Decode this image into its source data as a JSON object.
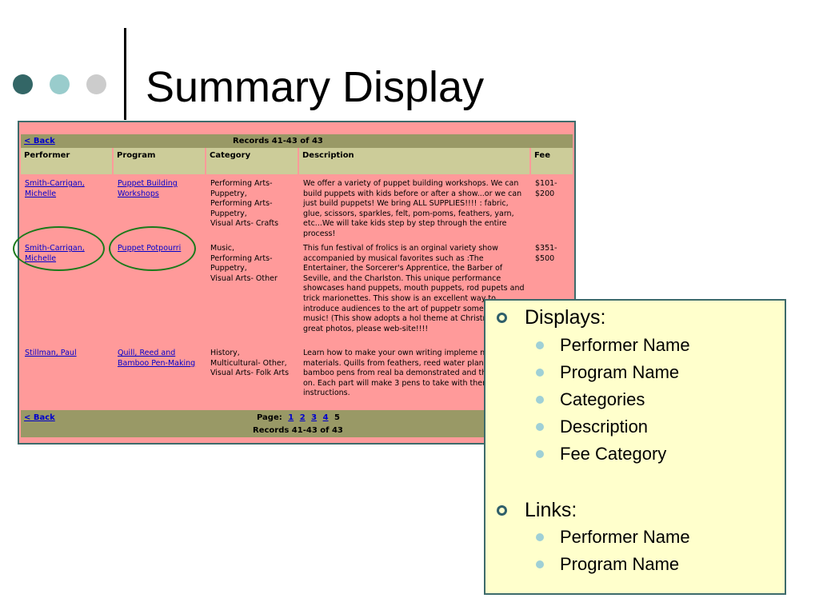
{
  "slide": {
    "title": "Summary Display",
    "dot_colors": [
      "#336666",
      "#99cccc",
      "#cccccc"
    ]
  },
  "screenshot": {
    "top_nav": {
      "back": "< Back",
      "records": "Records  41-43 of 43"
    },
    "columns": [
      "Performer",
      "Program",
      "Category",
      "Description",
      "Fee"
    ],
    "rows": [
      {
        "performer": "Smith-Carrigan, Michelle",
        "program": "Puppet Building Workshops",
        "category": [
          "Performing Arts-",
          "Puppetry,",
          "Performing Arts-",
          "Puppetry,",
          "Visual Arts- Crafts"
        ],
        "description": "We offer a variety of puppet building workshops. We can build puppets with kids before or after a show...or we can just build puppets! We bring ALL SUPPLIES!!!! : fabric, glue, scissors, sparkles, felt, pom-poms, feathers, yarn, etc...We will take kids step by step through the entire process!",
        "fee": [
          "$101-",
          "$200"
        ]
      },
      {
        "performer": "Smith-Carrigan, Michelle",
        "program": "Puppet Potpourri",
        "category": [
          "Music,",
          "Performing Arts-",
          "Puppetry,",
          "Visual Arts- Other"
        ],
        "description": "This fun festival of frolics is an orginal variety show accompanied by musical favorites such as :The Entertainer, the Sorcerer's Apprentice, the Barber of Seville, and the Charlston. This unique performance showcases hand puppets, mouth puppets, rod pupets and trick marionettes. This show is an excellent way to introduce audiences to the art of puppetr some terrific music! (This show adopts a hol theme at Christmas)For great photos, please web-site!!!!",
        "fee": [
          "$351-",
          "$500"
        ]
      },
      {
        "performer": "Stillman, Paul",
        "program": "Quill, Reed and Bamboo Pen-Making",
        "category": [
          "History,",
          "Multicultural- Other,",
          "Visual Arts- Folk Arts"
        ],
        "description": "Learn how to make your own writing impleme natural materials. Quills from feathers, reed water plants, and bamboo pens from real ba demonstrated and then hands-on. Each part will make 3 pens to take with them, along w instructions.",
        "fee": []
      }
    ],
    "bottom_nav": {
      "back": "< Back",
      "page_label": "Page:",
      "pages": [
        "1",
        "2",
        "3",
        "4",
        "5"
      ],
      "current_page": "5",
      "records": "Records  41-43 of 43"
    }
  },
  "bullets": {
    "displays": {
      "heading": "Displays:",
      "items": [
        "Performer Name",
        "Program Name",
        "Categories",
        "Description",
        "Fee Category"
      ]
    },
    "links": {
      "heading": "Links:",
      "items": [
        "Performer Name",
        "Program Name"
      ]
    }
  }
}
